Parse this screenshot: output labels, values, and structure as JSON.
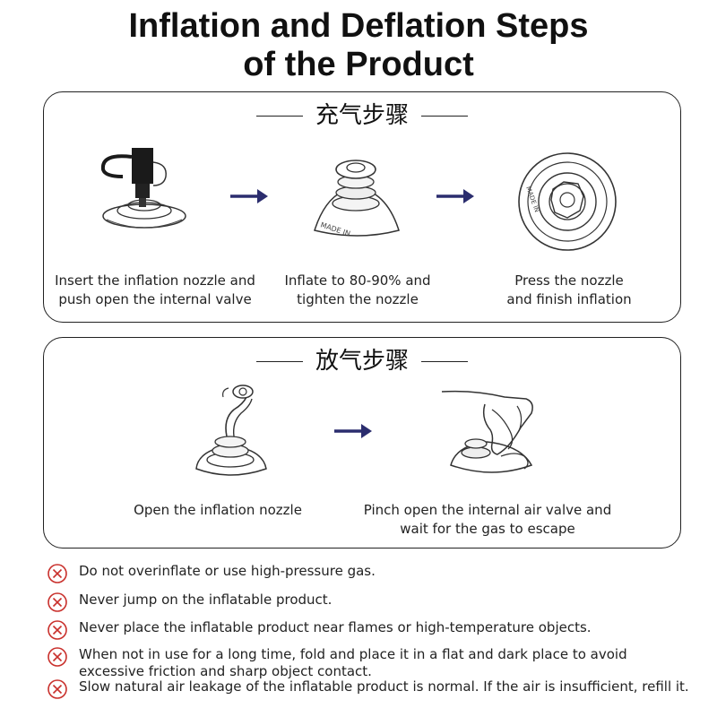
{
  "title": {
    "line1": "Inflation and Deflation Steps",
    "line2": "of the Product"
  },
  "inflation": {
    "heading": "充气步骤",
    "steps": [
      {
        "caption_line1": "Insert the inflation nozzle and",
        "caption_line2": "push open the internal valve"
      },
      {
        "caption_line1": "Inflate to 80-90% and",
        "caption_line2": "tighten the nozzle"
      },
      {
        "caption_line1": "Press the nozzle",
        "caption_line2": "and finish inflation"
      }
    ]
  },
  "deflation": {
    "heading": "放气步骤",
    "steps": [
      {
        "caption_line1": "Open the inflation nozzle",
        "caption_line2": ""
      },
      {
        "caption_line1": "Pinch open the internal air valve and",
        "caption_line2": "wait for the gas to escape"
      }
    ]
  },
  "valve_text": "MADE IN",
  "warnings": [
    {
      "text": "Do not overinflate or use high-pressure gas."
    },
    {
      "text": "Never jump on the inflatable product."
    },
    {
      "text": "Never place the inflatable product near flames or high-temperature objects."
    },
    {
      "text": "When not in use for a long time, fold and place it in a flat and dark place to avoid excessive friction and sharp object contact."
    },
    {
      "text": "Slow natural air leakage of the inflatable product is normal. If the air is insufficient, refill it."
    }
  ],
  "colors": {
    "arrow": "#2b2d6e",
    "warning_icon": "#c9302c",
    "border": "#222222"
  }
}
